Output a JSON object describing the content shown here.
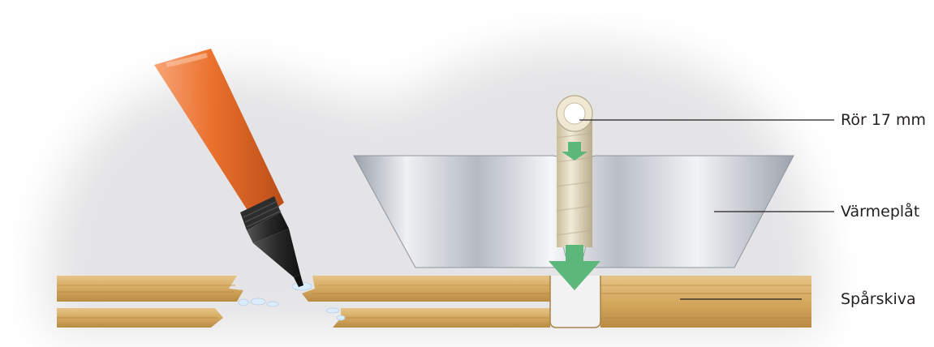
{
  "labels": {
    "pipe": "Rör 17 mm",
    "heat_plate": "Värmeplåt",
    "groove_board": "Spårskiva"
  },
  "icons": {
    "glue_bottle": "glue-bottle-icon",
    "arrow": "arrow-down-icon"
  },
  "colors": {
    "background_haze": "#e6e6e8",
    "bottle": "#e8641e",
    "bottle_nozzle": "#2a2a2a",
    "metal_plate": "#c9ccd2",
    "pipe": "#e7dfc8",
    "board": "#d8b06a",
    "arrow": "#5cb87a",
    "glue": "#ddeeff",
    "leader_line": "#231f20",
    "text": "#231f20"
  }
}
